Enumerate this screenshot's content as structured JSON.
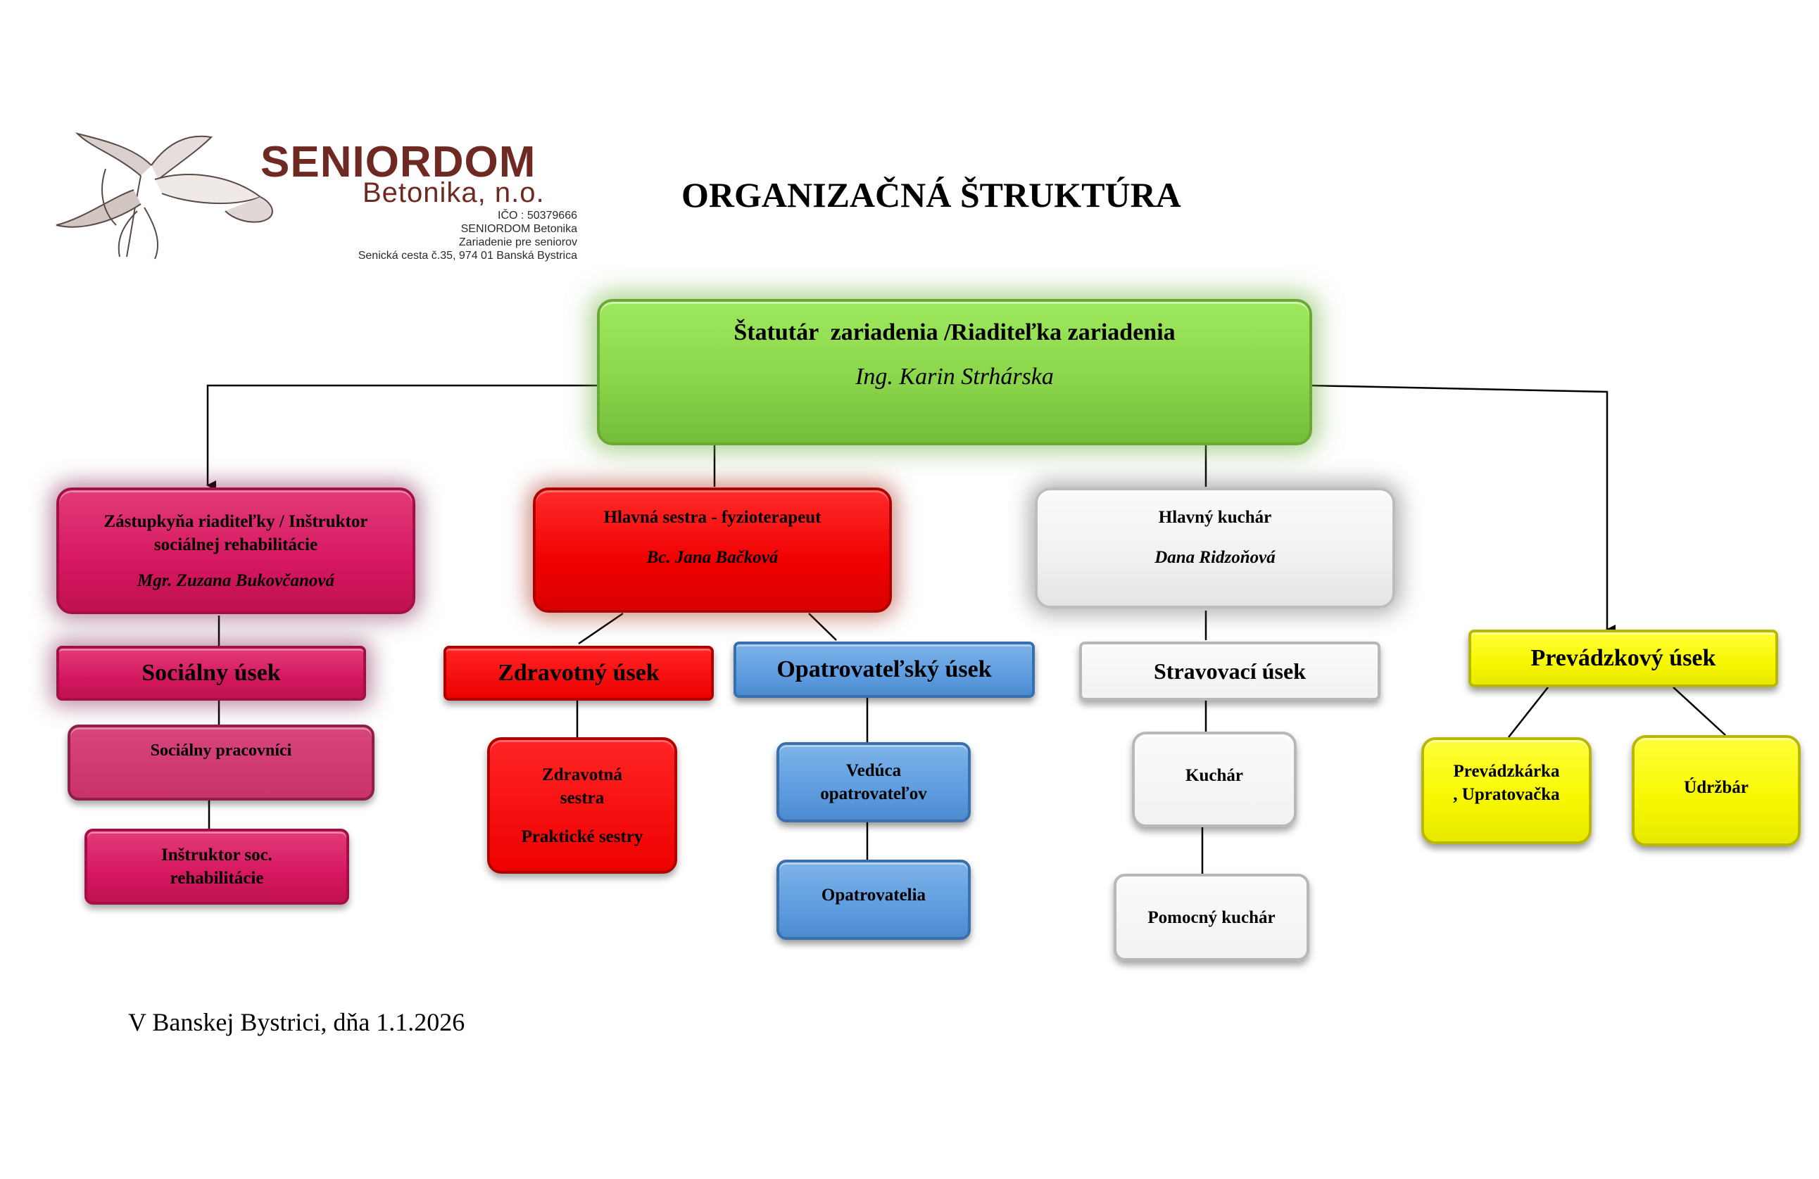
{
  "logo": {
    "brand": "SENIORDOM",
    "subbrand": "Betonika, n.o.",
    "ico": "IČO : 50379666",
    "org": "SENIORDOM Betonika",
    "type": "Zariadenie pre seniorov",
    "address": "Senická cesta č.35, 974 01 Banská Bystrica"
  },
  "title": "ORGANIZAČNÁ ŠTRUKTÚRA",
  "director": {
    "role": "Štatutár  zariadenia /Riaditeľka zariadenia",
    "name": "Ing. Karin Strhárska"
  },
  "deputy": {
    "role_line1": "Zástupkyňa riaditeľky / Inštruktor",
    "role_line2": "sociálnej rehabilitácie",
    "name": "Mgr. Zuzana Bukovčanová"
  },
  "head_nurse": {
    "role": "Hlavná sestra - fyzioterapeut",
    "name": "Bc. Jana Bačková"
  },
  "head_cook": {
    "role": "Hlavný kuchár",
    "name": "Dana Ridzoňová"
  },
  "departments": {
    "social": "Sociálny úsek",
    "health": "Zdravotný úsek",
    "care": "Opatrovateľský úsek",
    "catering": "Stravovací úsek",
    "operations": "Prevádzkový úsek"
  },
  "staff": {
    "social_workers": "Sociálny pracovníci",
    "social_instructor_line1": "Inštruktor soc.",
    "social_instructor_line2": "rehabilitácie",
    "nurse_line1": "Zdravotná",
    "nurse_line2": "sestra",
    "practical_nurses": "Praktické sestry",
    "care_lead_line1": "Vedúca",
    "care_lead_line2": "opatrovateľov",
    "caregivers": "Opatrovatelia",
    "cook": "Kuchár",
    "assistant_cook": "Pomocný kuchár",
    "operations_manager_line1": "Prevádzkárka",
    "operations_manager_line2": ", Upratovačka",
    "maintenance": "Údržbár"
  },
  "footer": "V Banskej Bystrici, dňa 1.1.2026",
  "colors": {
    "director": "#8bd64b",
    "social": "#d6175f",
    "health": "#f00000",
    "care": "#5f9de0",
    "catering": "#f0f0f0",
    "operations": "#f7f700",
    "logo_brown": "#6e2a22"
  }
}
